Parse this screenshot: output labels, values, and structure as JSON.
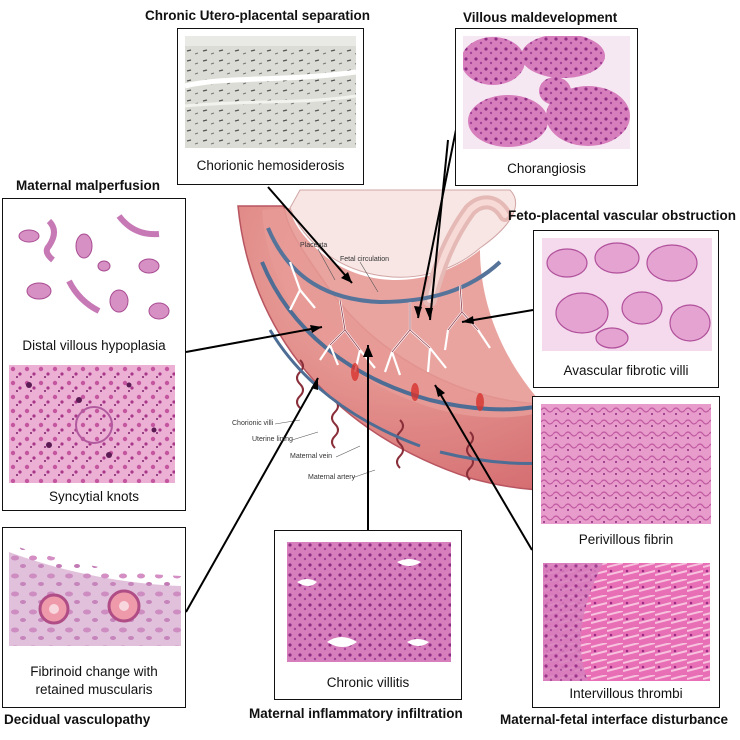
{
  "headings": {
    "chronic_separation": "Chronic Utero-placental separation",
    "villous_maldevelopment": "Villous maldevelopment",
    "maternal_malperfusion": "Maternal malperfusion",
    "fetoplacental_obstruction": "Feto-placental vascular obstruction",
    "decidual_vasculopathy": "Decidual vasculopathy",
    "maternal_inflammatory": "Maternal inflammatory infiltration",
    "interface_disturbance": "Maternal-fetal interface disturbance"
  },
  "captions": {
    "chorionic_hemosiderosis": "Chorionic hemosiderosis",
    "chorangiosis": "Chorangiosis",
    "distal_villous_hypoplasia": "Distal villous hypoplasia",
    "syncytial_knots": "Syncytial knots",
    "avascular_fibrotic_villi": "Avascular fibrotic villi",
    "perivillous_fibrin": "Perivillous fibrin",
    "intervillous_thrombi": "Intervillous thrombi",
    "fibrinoid_line1": "Fibrinoid change with",
    "fibrinoid_line2": "retained muscularis",
    "chronic_villitis": "Chronic villitis"
  },
  "diagram_labels": {
    "placenta": "Placenta",
    "fetal_circulation": "Fetal circulation",
    "chorionic_villi": "Chorionic villi",
    "uterine_lining": "Uterine lining",
    "maternal_vein": "Maternal vein",
    "maternal_artery": "Maternal artery"
  },
  "colors": {
    "he_pink": "#e38ac0",
    "he_purple": "#b2449a",
    "uterus": "#d9767a",
    "iron_stain_bg": "#d8d8d3"
  }
}
